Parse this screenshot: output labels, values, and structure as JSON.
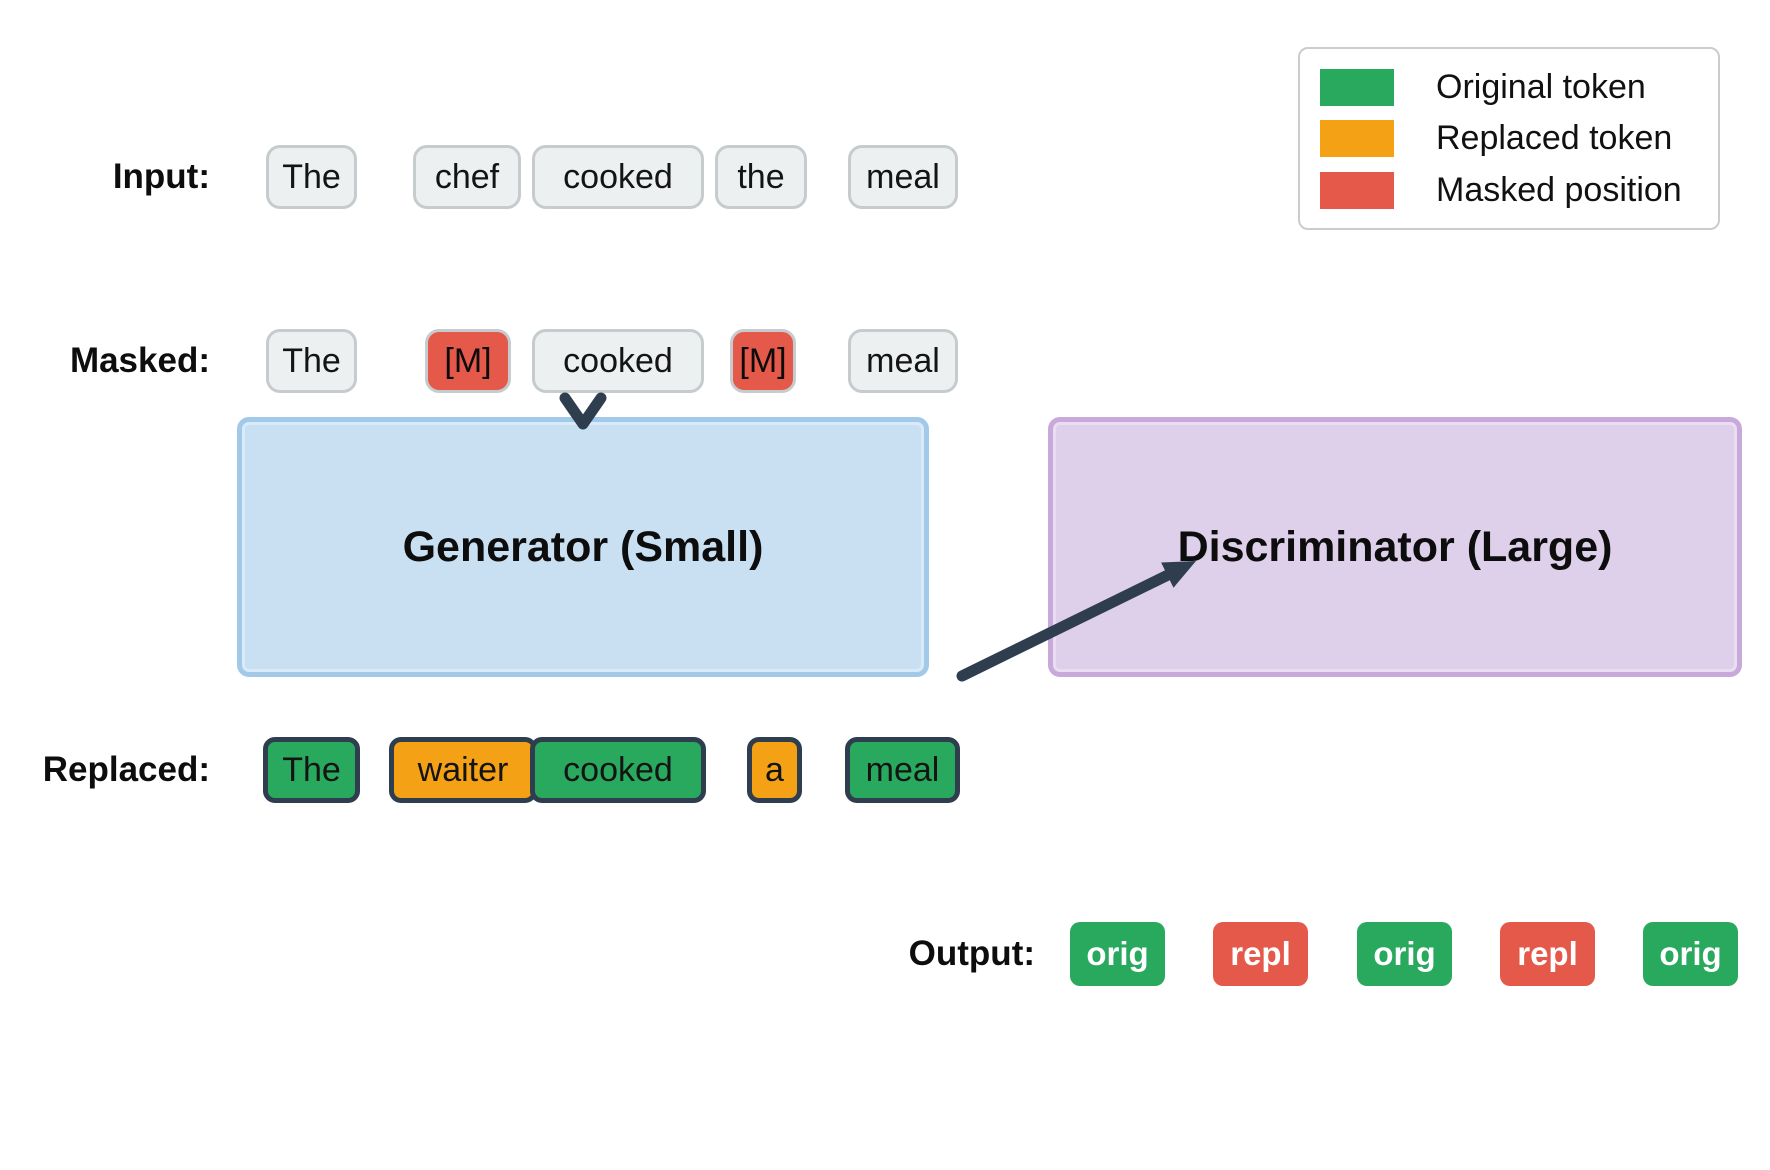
{
  "legend": {
    "items": [
      {
        "label": "Original token",
        "color": "#29a95e"
      },
      {
        "label": "Replaced token",
        "color": "#f5a115"
      },
      {
        "label": "Masked position",
        "color": "#e5594b"
      }
    ]
  },
  "rows": {
    "input": {
      "label": "Input:",
      "tokens": [
        {
          "text": "The",
          "type": "plain"
        },
        {
          "text": "chef",
          "type": "plain"
        },
        {
          "text": "cooked",
          "type": "plain"
        },
        {
          "text": "the",
          "type": "plain"
        },
        {
          "text": "meal",
          "type": "plain"
        }
      ]
    },
    "masked": {
      "label": "Masked:",
      "tokens": [
        {
          "text": "The",
          "type": "plain"
        },
        {
          "text": "[M]",
          "type": "masked-position"
        },
        {
          "text": "cooked",
          "type": "plain"
        },
        {
          "text": "[M]",
          "type": "masked-position"
        },
        {
          "text": "meal",
          "type": "plain"
        }
      ]
    },
    "replaced": {
      "label": "Replaced:",
      "tokens": [
        {
          "text": "The",
          "type": "original"
        },
        {
          "text": "waiter",
          "type": "replaced"
        },
        {
          "text": "cooked",
          "type": "original"
        },
        {
          "text": "a",
          "type": "replaced"
        },
        {
          "text": "meal",
          "type": "original"
        }
      ]
    },
    "output": {
      "label": "Output:",
      "badges": [
        {
          "text": "orig",
          "type": "original"
        },
        {
          "text": "repl",
          "type": "replaced"
        },
        {
          "text": "orig",
          "type": "original"
        },
        {
          "text": "repl",
          "type": "replaced"
        },
        {
          "text": "orig",
          "type": "original"
        }
      ]
    }
  },
  "models": {
    "generator": {
      "label": "Generator (Small)",
      "fill": "#c9e0f3",
      "border": "#a3c9e8"
    },
    "discriminator": {
      "label": "Discriminator (Large)",
      "fill": "#ded0eb",
      "border": "#c8a9d9"
    }
  },
  "colors": {
    "original_green": "#29a95e",
    "replaced_orange": "#f5a115",
    "masked_red": "#e5594b",
    "token_gray_fill": "#ecf0f1",
    "token_gray_border": "#c6cbce",
    "dark_outline": "#2f3e4f",
    "arrow": "#2f3e4f"
  }
}
